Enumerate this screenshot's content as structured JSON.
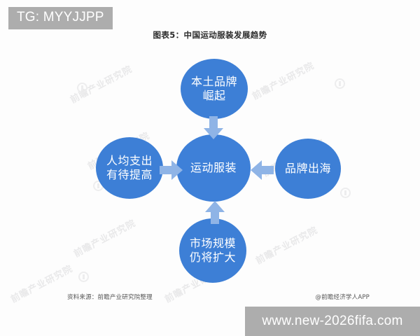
{
  "overlay": {
    "tg_badge": "TG: MYYJJPP",
    "url_banner": "www.new-2026fifa.com"
  },
  "chart": {
    "title": "图表5：中国运动服装发展趋势",
    "source_note": "资料来源：前瞻产业研究院整理",
    "app_note": "@前瞻经济学人APP",
    "watermark_text": "前瞻产业研究院"
  },
  "chart_data": {
    "type": "diagram",
    "title": "图表5：中国运动服装发展趋势",
    "layout": "hub-and-spoke",
    "center": {
      "id": "center",
      "label": "运动服装",
      "color": "#3e80d8"
    },
    "nodes": [
      {
        "id": "top",
        "label": "本土品牌崛起",
        "position": "top",
        "color": "#3d7fd6",
        "arrow": "down"
      },
      {
        "id": "left",
        "label": "人均支出有待提高",
        "position": "left",
        "color": "#3d7fd6",
        "arrow": "right"
      },
      {
        "id": "right",
        "label": "品牌出海",
        "position": "right",
        "color": "#3d7fd6",
        "arrow": "left"
      },
      {
        "id": "bottom",
        "label": "市场规模仍将扩大",
        "position": "bottom",
        "color": "#3d7fd6",
        "arrow": "up"
      }
    ],
    "edges": [
      {
        "from": "top",
        "to": "center",
        "direction": "down",
        "color": "#8fb4e6"
      },
      {
        "from": "left",
        "to": "center",
        "direction": "right",
        "color": "#8fb4e6"
      },
      {
        "from": "right",
        "to": "center",
        "direction": "left",
        "color": "#8fb4e6"
      },
      {
        "from": "bottom",
        "to": "center",
        "direction": "up",
        "color": "#8fb4e6"
      }
    ],
    "colors": {
      "node_fill": "#3d7fd6",
      "arrow_fill": "#8fb4e6",
      "node_text": "#ffffff",
      "background": "#fdfdfd",
      "banner": "#adadad"
    }
  },
  "node_labels": {
    "center": "运动服装",
    "top": "本土品牌崛起",
    "left": "人均支出有待提高",
    "right": "品牌出海",
    "bottom": "市场规模仍将扩大"
  }
}
